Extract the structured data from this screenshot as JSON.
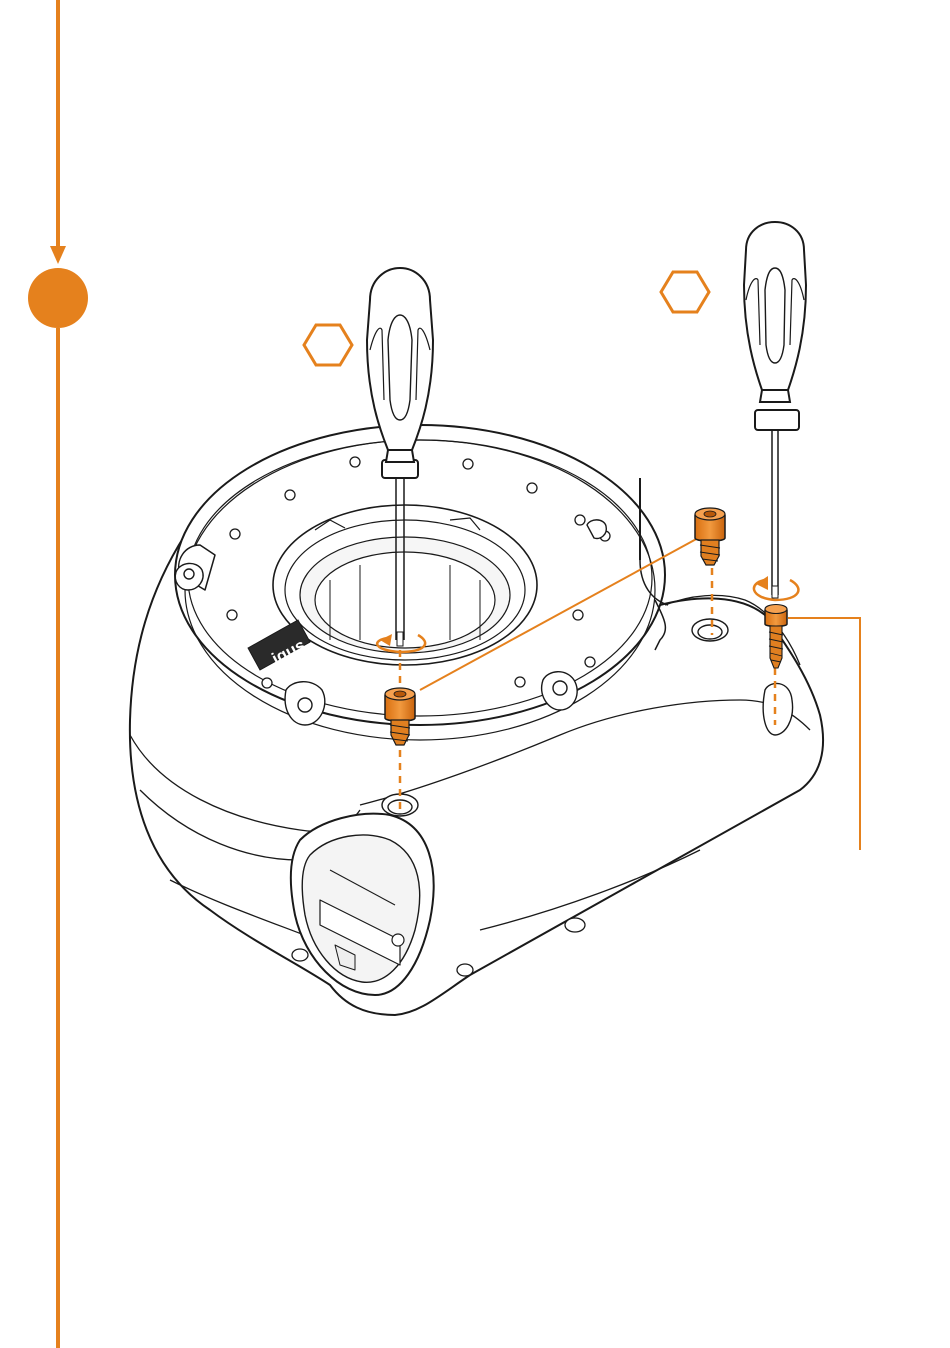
{
  "diagram": {
    "step_marker": {
      "label": ""
    },
    "brand_logo": "igus",
    "hex_tool_icons": [
      "hex-key-icon",
      "hex-key-icon"
    ],
    "rotation_icons": [
      "rotate-arrow-icon",
      "rotate-arrow-icon"
    ],
    "parts": [
      "housing",
      "screwdriver",
      "screwdriver",
      "screw",
      "screw",
      "screw"
    ]
  },
  "colors": {
    "accent": "#e5811d",
    "line": "#1a1a1a",
    "fill": "#ffffff",
    "shade": "#f3f3f3"
  }
}
